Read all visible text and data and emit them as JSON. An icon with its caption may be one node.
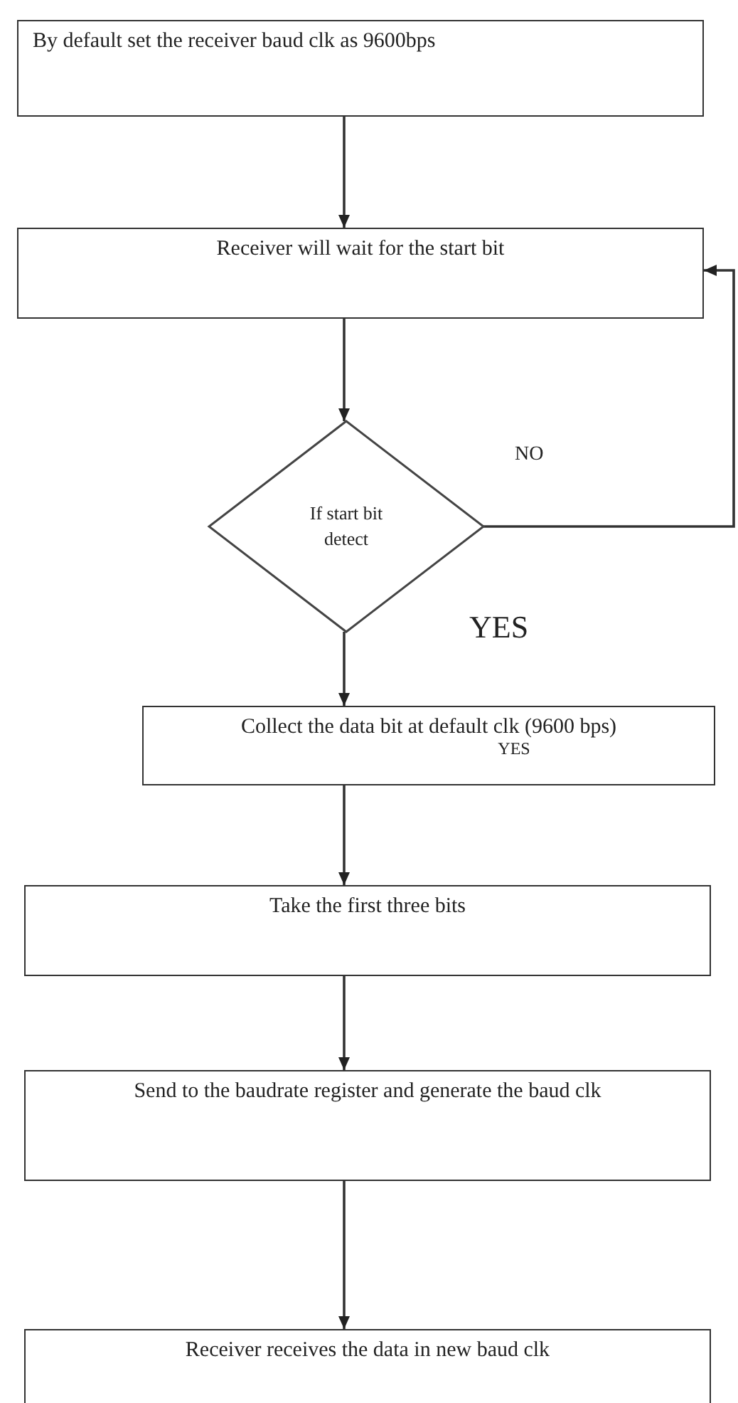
{
  "diagram": {
    "nodes": [
      {
        "text": [
          "By default set the receiver baud clk as 9600bps"
        ]
      },
      {
        "text": [
          "Receiver will wait for the start bit"
        ]
      },
      {
        "text": [
          "If start bit detect"
        ]
      },
      {
        "text": [
          "Collect the data bit at default clk (9600 bps)",
          "YES"
        ]
      },
      {
        "text": [
          "Take the first three bits"
        ]
      },
      {
        "text": [
          "Send to the baudrate register and generate the baud clk"
        ]
      },
      {
        "text": [
          "Receiver receives  the data in new baud clk"
        ]
      }
    ],
    "edges": [
      {
        "from": 0,
        "to": 1,
        "arrow": "to"
      },
      {
        "from": 1,
        "to": 2,
        "arrow": "to"
      },
      {
        "from": 2,
        "to": 1,
        "arrow": "to",
        "label": "NO"
      },
      {
        "from": 2,
        "to": 3,
        "arrow": "to",
        "label": "YES"
      },
      {
        "from": 3,
        "to": 4,
        "arrow": "to"
      },
      {
        "from": 4,
        "to": 5,
        "arrow": "to"
      },
      {
        "from": 5,
        "to": 6,
        "arrow": "to"
      }
    ]
  }
}
